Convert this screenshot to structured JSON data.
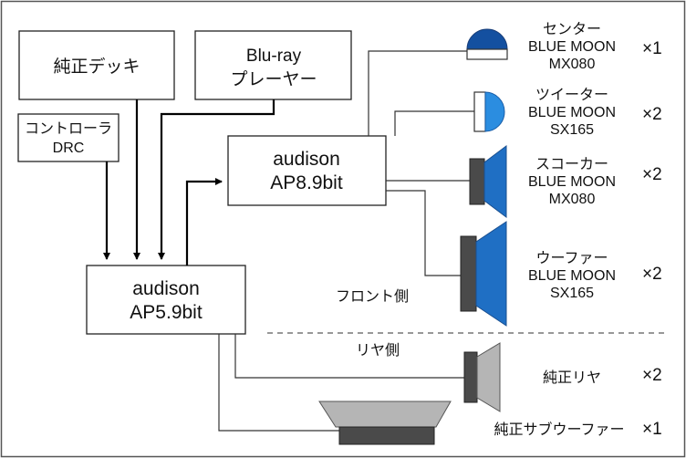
{
  "sources": {
    "deck": "純正デッキ",
    "bluray": [
      "Blu-ray",
      "プレーヤー"
    ],
    "controller": [
      "コントローラ",
      "DRC"
    ]
  },
  "processors": {
    "ap59": [
      "audison",
      "AP5.9bit"
    ],
    "ap89": [
      "audison",
      "AP8.9bit"
    ]
  },
  "front": {
    "section_label": "フロント側",
    "speakers": [
      {
        "lines": [
          "センター",
          "BLUE MOON",
          "MX080"
        ],
        "qty": "×1",
        "icon": "dome-center-icon"
      },
      {
        "lines": [
          "ツイーター",
          "BLUE MOON",
          "SX165"
        ],
        "qty": "×2",
        "icon": "dome-tweeter-icon"
      },
      {
        "lines": [
          "スコーカー",
          "BLUE MOON",
          "MX080"
        ],
        "qty": "×2",
        "icon": "cone-squawker-icon"
      },
      {
        "lines": [
          "ウーファー",
          "BLUE MOON",
          "SX165"
        ],
        "qty": "×2",
        "icon": "cone-woofer-icon"
      }
    ]
  },
  "rear": {
    "section_label": "リヤ側",
    "speakers": [
      {
        "label": "純正リヤ",
        "qty": "×2",
        "icon": "rear-cone-icon"
      },
      {
        "label": "純正サブウーファー",
        "qty": "×1",
        "icon": "subwoofer-icon"
      }
    ]
  },
  "colors": {
    "blue_dark": "#1450a0",
    "blue_mid": "#1f6fc4",
    "blue_light": "#2b8de0",
    "magnet": "#4a4a4a",
    "rear_gray": "#b5b5b5",
    "border": "#555555"
  }
}
